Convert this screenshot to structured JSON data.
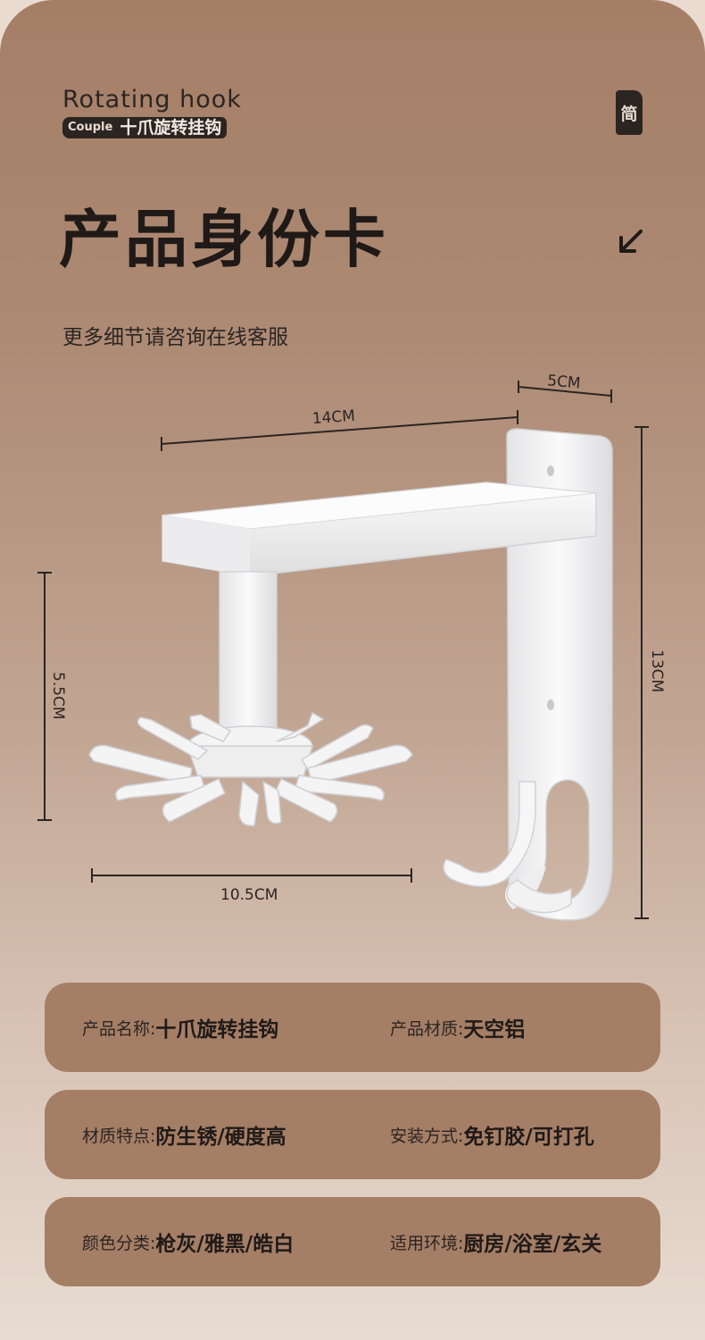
{
  "brand": {
    "name_en": "Rotating hook",
    "tag": "Couple",
    "name_cn": "十爪旋转挂钩"
  },
  "lang_badge": "简",
  "page_title": "产品身份卡",
  "subtitle": "更多细节请咨询在线客服",
  "dimensions": {
    "top_width": "14CM",
    "depth": "5CM",
    "height": "13CM",
    "hook_height": "5.5CM",
    "claw_width": "10.5CM"
  },
  "specs": [
    {
      "left_label": "产品名称:",
      "left_value": "十爪旋转挂钩",
      "right_label": "产品材质:",
      "right_value": "天空铝"
    },
    {
      "left_label": "材质特点:",
      "left_value": "防生锈/硬度高",
      "right_label": "安装方式:",
      "right_value": "免钉胶/可打孔"
    },
    {
      "left_label": "颜色分类:",
      "left_value": "枪灰/雅黑/皓白",
      "right_label": "适用环境:",
      "right_value": "厨房/浴室/玄关"
    }
  ],
  "colors": {
    "card_bg": "#a57e66",
    "text_dark": "#1f1a17",
    "product_white": "#f4f4f5"
  },
  "icons": {
    "arrow": "arrow-down-left-icon"
  }
}
